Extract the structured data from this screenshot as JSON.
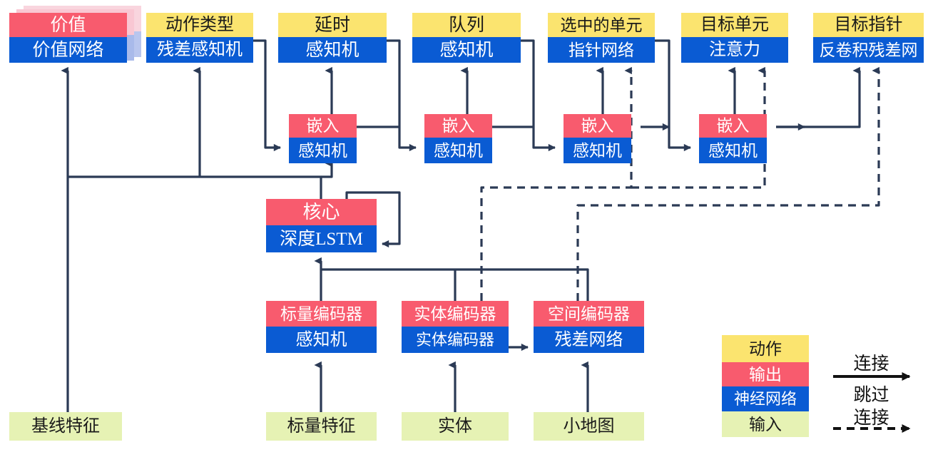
{
  "title": "AlphaStar-style policy network architecture diagram (Chinese labels)",
  "colors": {
    "action": "#FBE46F",
    "output": "#F85B6E",
    "neural_network": "#0A5BD3",
    "input": "#E6F2B4",
    "edge": "#2B3A55",
    "background": "#FFFFFF"
  },
  "nodes": {
    "value": {
      "top_label": "价值",
      "top_kind": "output",
      "bottom_label": "价值网络",
      "bottom_kind": "nn",
      "stacked": true
    },
    "action_type": {
      "top_label": "动作类型",
      "top_kind": "action",
      "bottom_label": "残差感知机",
      "bottom_kind": "nn"
    },
    "delay": {
      "top_label": "延时",
      "top_kind": "action",
      "bottom_label": "感知机",
      "bottom_kind": "nn"
    },
    "queued": {
      "top_label": "队列",
      "top_kind": "action",
      "bottom_label": "感知机",
      "bottom_kind": "nn"
    },
    "selected_units": {
      "top_label": "选中的单元",
      "top_kind": "action",
      "bottom_label": "指针网络",
      "bottom_kind": "nn"
    },
    "target_unit": {
      "top_label": "目标单元",
      "top_kind": "action",
      "bottom_label": "注意力",
      "bottom_kind": "nn"
    },
    "target_point": {
      "top_label": "目标指针",
      "top_kind": "action",
      "bottom_label": "反卷积残差网",
      "bottom_kind": "nn"
    },
    "embed1": {
      "top_label": "嵌入",
      "top_kind": "output",
      "bottom_label": "感知机",
      "bottom_kind": "nn"
    },
    "embed2": {
      "top_label": "嵌入",
      "top_kind": "output",
      "bottom_label": "感知机",
      "bottom_kind": "nn"
    },
    "embed3": {
      "top_label": "嵌入",
      "top_kind": "output",
      "bottom_label": "感知机",
      "bottom_kind": "nn"
    },
    "embed4": {
      "top_label": "嵌入",
      "top_kind": "output",
      "bottom_label": "感知机",
      "bottom_kind": "nn"
    },
    "core": {
      "top_label": "核心",
      "top_kind": "output",
      "bottom_label": "深度LSTM",
      "bottom_kind": "nn"
    },
    "scalar_encoder": {
      "top_label": "标量编码器",
      "top_kind": "output",
      "bottom_label": "感知机",
      "bottom_kind": "nn"
    },
    "entity_encoder": {
      "top_label": "实体编码器",
      "top_kind": "output",
      "bottom_label": "实体编码器",
      "bottom_kind": "nn"
    },
    "spatial_encoder": {
      "top_label": "空间编码器",
      "top_kind": "output",
      "bottom_label": "残差网络",
      "bottom_kind": "nn"
    }
  },
  "inputs": [
    {
      "id": "baseline_features",
      "label": "基线特征"
    },
    {
      "id": "scalar_features",
      "label": "标量特征"
    },
    {
      "id": "entities",
      "label": "实体"
    },
    {
      "id": "minimap",
      "label": "小地图"
    }
  ],
  "legend": {
    "swatches": [
      {
        "id": "action",
        "label": "动作",
        "kind": "action"
      },
      {
        "id": "output",
        "label": "输出",
        "kind": "output"
      },
      {
        "id": "neural-network",
        "label": "神经网络",
        "kind": "nn"
      },
      {
        "id": "input",
        "label": "输入",
        "kind": "input"
      }
    ],
    "edges": [
      {
        "id": "connection",
        "label": "连接",
        "style": "solid"
      },
      {
        "id": "skip-connection",
        "label_line1": "跳过",
        "label_line2": "连接",
        "style": "dashed"
      }
    ]
  }
}
